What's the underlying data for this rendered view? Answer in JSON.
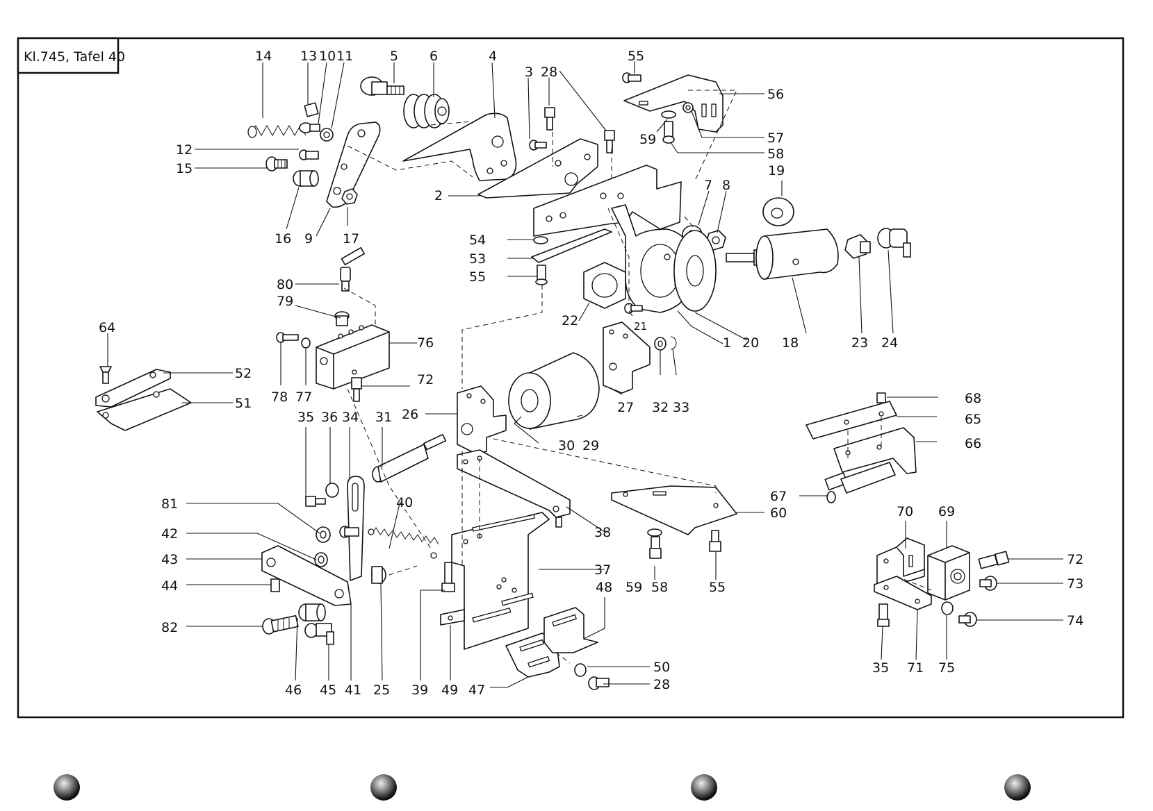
{
  "sheet": {
    "title": "Kl.745, Tafel 40"
  },
  "callouts": [
    {
      "id": "c14",
      "text": "14"
    },
    {
      "id": "c13",
      "text": "13"
    },
    {
      "id": "c10",
      "text": "10"
    },
    {
      "id": "c11",
      "text": "11"
    },
    {
      "id": "c5",
      "text": "5"
    },
    {
      "id": "c6",
      "text": "6"
    },
    {
      "id": "c4",
      "text": "4"
    },
    {
      "id": "c3",
      "text": "3"
    },
    {
      "id": "c28a",
      "text": "28"
    },
    {
      "id": "c55a",
      "text": "55"
    },
    {
      "id": "c56",
      "text": "56"
    },
    {
      "id": "c57",
      "text": "57"
    },
    {
      "id": "c58a",
      "text": "58"
    },
    {
      "id": "c59a",
      "text": "59"
    },
    {
      "id": "c12",
      "text": "12"
    },
    {
      "id": "c15",
      "text": "15"
    },
    {
      "id": "c16",
      "text": "16"
    },
    {
      "id": "c9",
      "text": "9"
    },
    {
      "id": "c17",
      "text": "17"
    },
    {
      "id": "c2",
      "text": "2"
    },
    {
      "id": "c19",
      "text": "19"
    },
    {
      "id": "c7",
      "text": "7"
    },
    {
      "id": "c8",
      "text": "8"
    },
    {
      "id": "c54",
      "text": "54"
    },
    {
      "id": "c53",
      "text": "53"
    },
    {
      "id": "c55b",
      "text": "55"
    },
    {
      "id": "c80",
      "text": "80"
    },
    {
      "id": "c79",
      "text": "79"
    },
    {
      "id": "c22",
      "text": "22"
    },
    {
      "id": "c21",
      "text": "21"
    },
    {
      "id": "c1",
      "text": "1"
    },
    {
      "id": "c20",
      "text": "20"
    },
    {
      "id": "c18",
      "text": "18"
    },
    {
      "id": "c23",
      "text": "23"
    },
    {
      "id": "c24",
      "text": "24"
    },
    {
      "id": "c64",
      "text": "64"
    },
    {
      "id": "c76",
      "text": "76"
    },
    {
      "id": "c52",
      "text": "52"
    },
    {
      "id": "c51",
      "text": "51"
    },
    {
      "id": "c78",
      "text": "78"
    },
    {
      "id": "c77",
      "text": "77"
    },
    {
      "id": "c72a",
      "text": "72"
    },
    {
      "id": "c32",
      "text": "32"
    },
    {
      "id": "c33",
      "text": "33"
    },
    {
      "id": "c27",
      "text": "27"
    },
    {
      "id": "c29",
      "text": "29"
    },
    {
      "id": "c30",
      "text": "30"
    },
    {
      "id": "c26",
      "text": "26"
    },
    {
      "id": "c35a",
      "text": "35"
    },
    {
      "id": "c36",
      "text": "36"
    },
    {
      "id": "c34",
      "text": "34"
    },
    {
      "id": "c31",
      "text": "31"
    },
    {
      "id": "c68",
      "text": "68"
    },
    {
      "id": "c65",
      "text": "65"
    },
    {
      "id": "c66",
      "text": "66"
    },
    {
      "id": "c67",
      "text": "67"
    },
    {
      "id": "c60",
      "text": "60"
    },
    {
      "id": "c81",
      "text": "81"
    },
    {
      "id": "c40",
      "text": "40"
    },
    {
      "id": "c42",
      "text": "42"
    },
    {
      "id": "c43",
      "text": "43"
    },
    {
      "id": "c44",
      "text": "44"
    },
    {
      "id": "c82",
      "text": "82"
    },
    {
      "id": "c38",
      "text": "38"
    },
    {
      "id": "c37",
      "text": "37"
    },
    {
      "id": "c48",
      "text": "48"
    },
    {
      "id": "c59b",
      "text": "59"
    },
    {
      "id": "c58b",
      "text": "58"
    },
    {
      "id": "c55c",
      "text": "55"
    },
    {
      "id": "c70",
      "text": "70"
    },
    {
      "id": "c69",
      "text": "69"
    },
    {
      "id": "c72b",
      "text": "72"
    },
    {
      "id": "c73",
      "text": "73"
    },
    {
      "id": "c74",
      "text": "74"
    },
    {
      "id": "c50",
      "text": "50"
    },
    {
      "id": "c28b",
      "text": "28"
    },
    {
      "id": "c46",
      "text": "46"
    },
    {
      "id": "c45",
      "text": "45"
    },
    {
      "id": "c41",
      "text": "41"
    },
    {
      "id": "c25",
      "text": "25"
    },
    {
      "id": "c39",
      "text": "39"
    },
    {
      "id": "c49",
      "text": "49"
    },
    {
      "id": "c47",
      "text": "47"
    },
    {
      "id": "c35b",
      "text": "35"
    },
    {
      "id": "c71",
      "text": "71"
    },
    {
      "id": "c75",
      "text": "75"
    }
  ]
}
